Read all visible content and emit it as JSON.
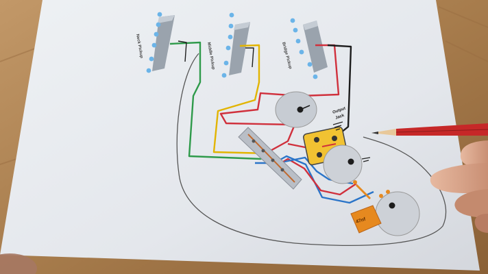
{
  "pickups": {
    "neck": "Neck Pickup",
    "middle": "Middle Pickup",
    "bridge": "Bridge Pickup"
  },
  "output_jack": {
    "line1": "Output",
    "line2": "Jack"
  },
  "capacitor": "47nf",
  "wire_colors": {
    "green": "#2e9a4a",
    "yellow": "#e2b400",
    "red": "#d0303c",
    "black": "#1c1c1c",
    "blue": "#2a74c8",
    "orange": "#e6891f"
  },
  "objects": [
    "wiring-diagram-sheet",
    "pencil",
    "hand",
    "wooden-table"
  ]
}
